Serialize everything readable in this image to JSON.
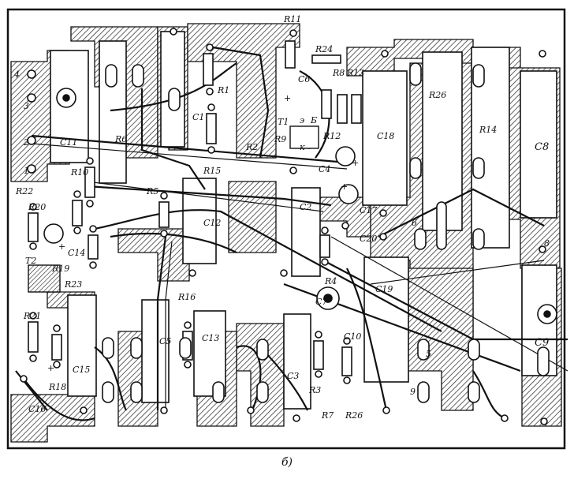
{
  "figure": {
    "caption": "б)",
    "description_none": ""
  },
  "labels": {
    "R1": "R1",
    "R2": "R2",
    "R3": "R3",
    "R4": "R4",
    "R5": "R5",
    "R6": "R6",
    "R7": "R7",
    "R8": "R8",
    "R9": "R9",
    "R10": "R10",
    "R11": "R11",
    "R12": "R12",
    "R13": "R13",
    "R14": "R14",
    "R15": "R15",
    "R16": "R16",
    "R18": "R18",
    "R19": "R19",
    "R20": "R20",
    "R21": "R21",
    "R22": "R22",
    "R23": "R23",
    "R24": "R24",
    "R26a": "R26",
    "R26b": "R26",
    "C1": "C1",
    "C2": "C2",
    "C3": "C3",
    "C4": "C4",
    "C5": "C5",
    "C6": "C6",
    "C7": "C7",
    "C8": "C8",
    "C9": "C9",
    "C10": "C10",
    "C11": "C11",
    "C12": "C12",
    "C13": "C13",
    "C14": "C14",
    "C15": "C15",
    "C16": "C16",
    "C17": "C17",
    "C18": "C18",
    "C19": "C19",
    "C20": "C20",
    "T1": "T1",
    "T2": "T2",
    "pin4": "4",
    "pin3": "3",
    "pin2": "2",
    "pin1": "1",
    "t_e": "э",
    "t_b": "Б",
    "t_k": "к",
    "plus1": "+",
    "plus2": "+",
    "plus3": "+",
    "plus4": "+",
    "plus5": "+",
    "n5": "5",
    "n6": "6",
    "n8": "8",
    "n9": "9"
  }
}
